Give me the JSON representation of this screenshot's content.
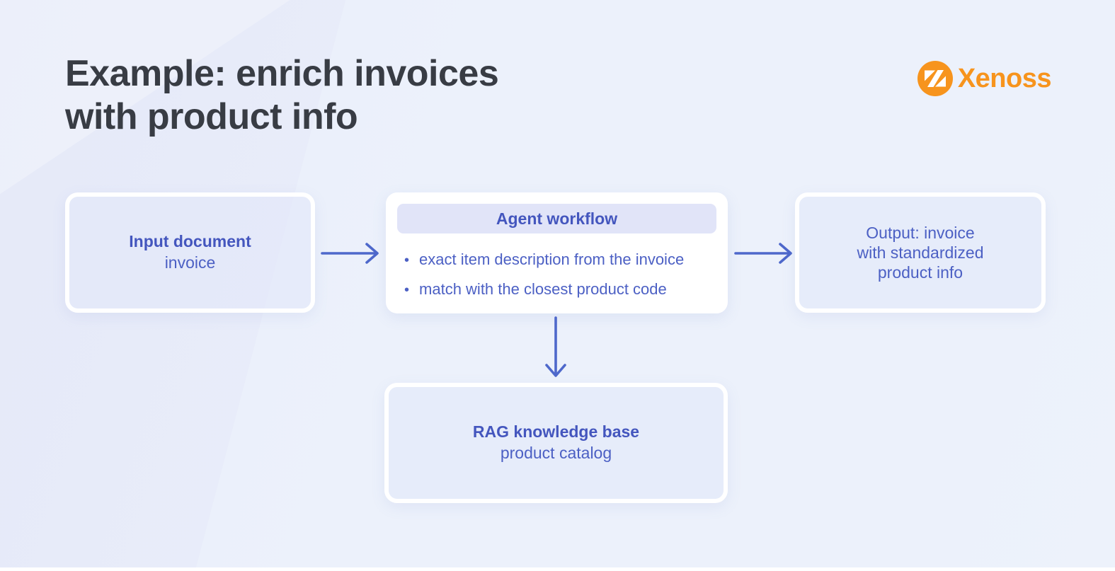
{
  "title": "Example: enrich invoices\nwith product info",
  "logo": {
    "text": "Xenoss",
    "brand_color": "#f7941d",
    "icon": "xenoss-mark"
  },
  "diagram": {
    "input_box": {
      "title": "Input document",
      "subtitle": "invoice"
    },
    "agent_box": {
      "header": "Agent workflow",
      "bullet_icon": "•",
      "bullets": [
        "exact item description from the invoice",
        "match with the closest product code"
      ]
    },
    "output_box": {
      "text": "Output: invoice\nwith standardized\nproduct info"
    },
    "rag_box": {
      "title": "RAG knowledge base",
      "subtitle": "product catalog"
    }
  },
  "colors": {
    "accent_blue": "#4c60c4",
    "accent_blue_bold": "#4456be",
    "arrow_blue": "#4e68cb",
    "title_dark": "#383c44",
    "brand_orange": "#f7941d",
    "header_pill_bg": "#e1e4f8",
    "background": "#e9edfa"
  }
}
